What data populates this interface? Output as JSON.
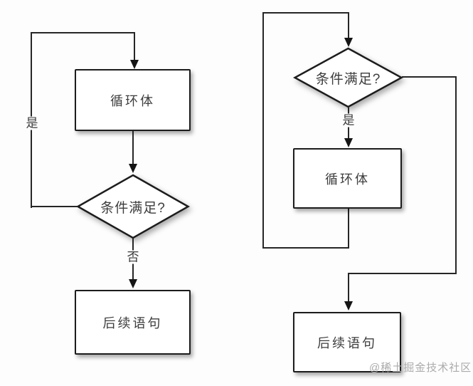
{
  "canvas": {
    "background": "#fdfdfd",
    "stroke_color": "#262626",
    "text_color": "#3d3d3d"
  },
  "left_chart": {
    "type": "do-while-loop",
    "nodes": {
      "loop_body": "循环体",
      "condition": "条件满足?",
      "next": "后续语句"
    },
    "edges": {
      "yes": "是",
      "no": "否"
    }
  },
  "right_chart": {
    "type": "while-loop",
    "nodes": {
      "condition": "条件满足?",
      "loop_body": "循环体",
      "next": "后续语句"
    },
    "edges": {
      "yes": "是"
    }
  },
  "watermark": {
    "text": "@稀土掘金技术社区",
    "color": "#ababab"
  }
}
